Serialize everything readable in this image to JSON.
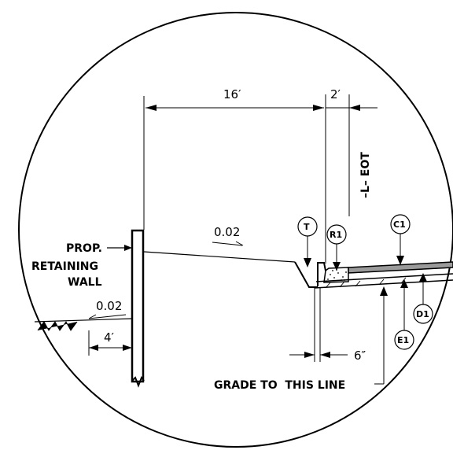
{
  "dimensions": {
    "width_16": "16′",
    "width_2": "2′",
    "offset_4": "4′",
    "offset_6": "6″"
  },
  "slopes": {
    "upper": "0.02",
    "lower": "0.02"
  },
  "labels": {
    "wall_line1": "PROP.",
    "wall_line2": "RETAINING",
    "wall_line3": "WALL",
    "eot": "–L– EOT",
    "grade": "GRADE TO  THIS LINE"
  },
  "callouts": {
    "t": "T",
    "r1": "R1",
    "c1": "C1",
    "d1": "D1",
    "e1": "E1"
  }
}
